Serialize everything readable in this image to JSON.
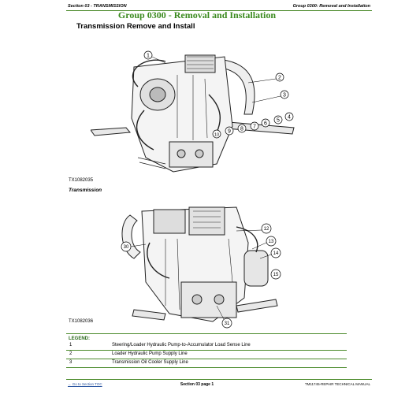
{
  "header": {
    "left": "Section 03 - TRANSMISSION",
    "right": "Group 0300: Removal and Installation"
  },
  "group_title": "Group 0300 - Removal and Installation",
  "section_title": "Transmission Remove and Install",
  "figure1": {
    "id": "TX1082035",
    "caption": "Transmission"
  },
  "figure2": {
    "id": "TX1082036"
  },
  "callouts1": [
    "1",
    "2",
    "3",
    "4",
    "5",
    "6",
    "7",
    "8",
    "9",
    "10"
  ],
  "callouts2": [
    "12",
    "13",
    "14",
    "15",
    "30",
    "31"
  ],
  "legend": {
    "title": "LEGEND:",
    "rows": [
      {
        "num": "1",
        "desc": "Steering/Loader Hydraulic Pump-to-Accumulator Load Sense Line"
      },
      {
        "num": "2",
        "desc": "Loader Hydraulic Pump Supply Line"
      },
      {
        "num": "3",
        "desc": "Transmission Oil Cooler Supply Line"
      }
    ]
  },
  "footer": {
    "link": "← Go to Section TOC",
    "center": "Section 03 page 1",
    "right": "TM11745-REPAIR TECHNICAL MANUAL"
  }
}
